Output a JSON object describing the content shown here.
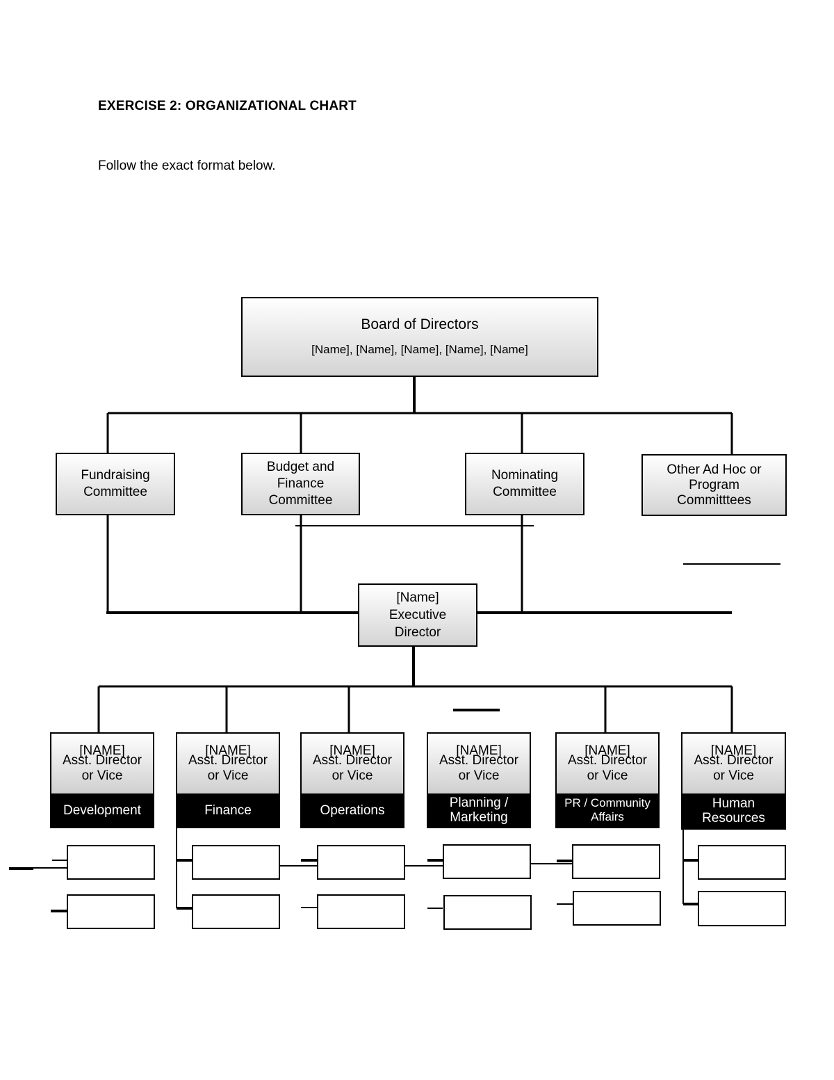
{
  "document": {
    "title": "EXERCISE 2: ORGANIZATIONAL CHART",
    "instruction": "Follow the exact format below."
  },
  "board": {
    "title": "Board of Directors",
    "names": "[Name], [Name], [Name], [Name], [Name]"
  },
  "committees": [
    {
      "label": "Fundraising Committee"
    },
    {
      "label": "Budget and Finance Committee"
    },
    {
      "label": "Nominating Committee"
    },
    {
      "label": "Other Ad Hoc or Program Committtees"
    }
  ],
  "executive": {
    "label": "[Name] Executive Director"
  },
  "departments": [
    {
      "name": "[NAME]",
      "role": "Asst. Director or Vice",
      "dept": "Development"
    },
    {
      "name": "[NAME]",
      "role": "Asst. Director or Vice",
      "dept": "Finance"
    },
    {
      "name": "[NAME]",
      "role": "Asst. Director or Vice",
      "dept": "Operations"
    },
    {
      "name": "[NAME]",
      "role": "Asst. Director or Vice",
      "dept": "Planning / Marketing"
    },
    {
      "name": "[NAME]",
      "role": "Asst. Director or Vice",
      "dept": "PR / Community Affairs"
    },
    {
      "name": "[NAME]",
      "role": "Asst. Director or Vice",
      "dept": "Human Resources"
    }
  ]
}
